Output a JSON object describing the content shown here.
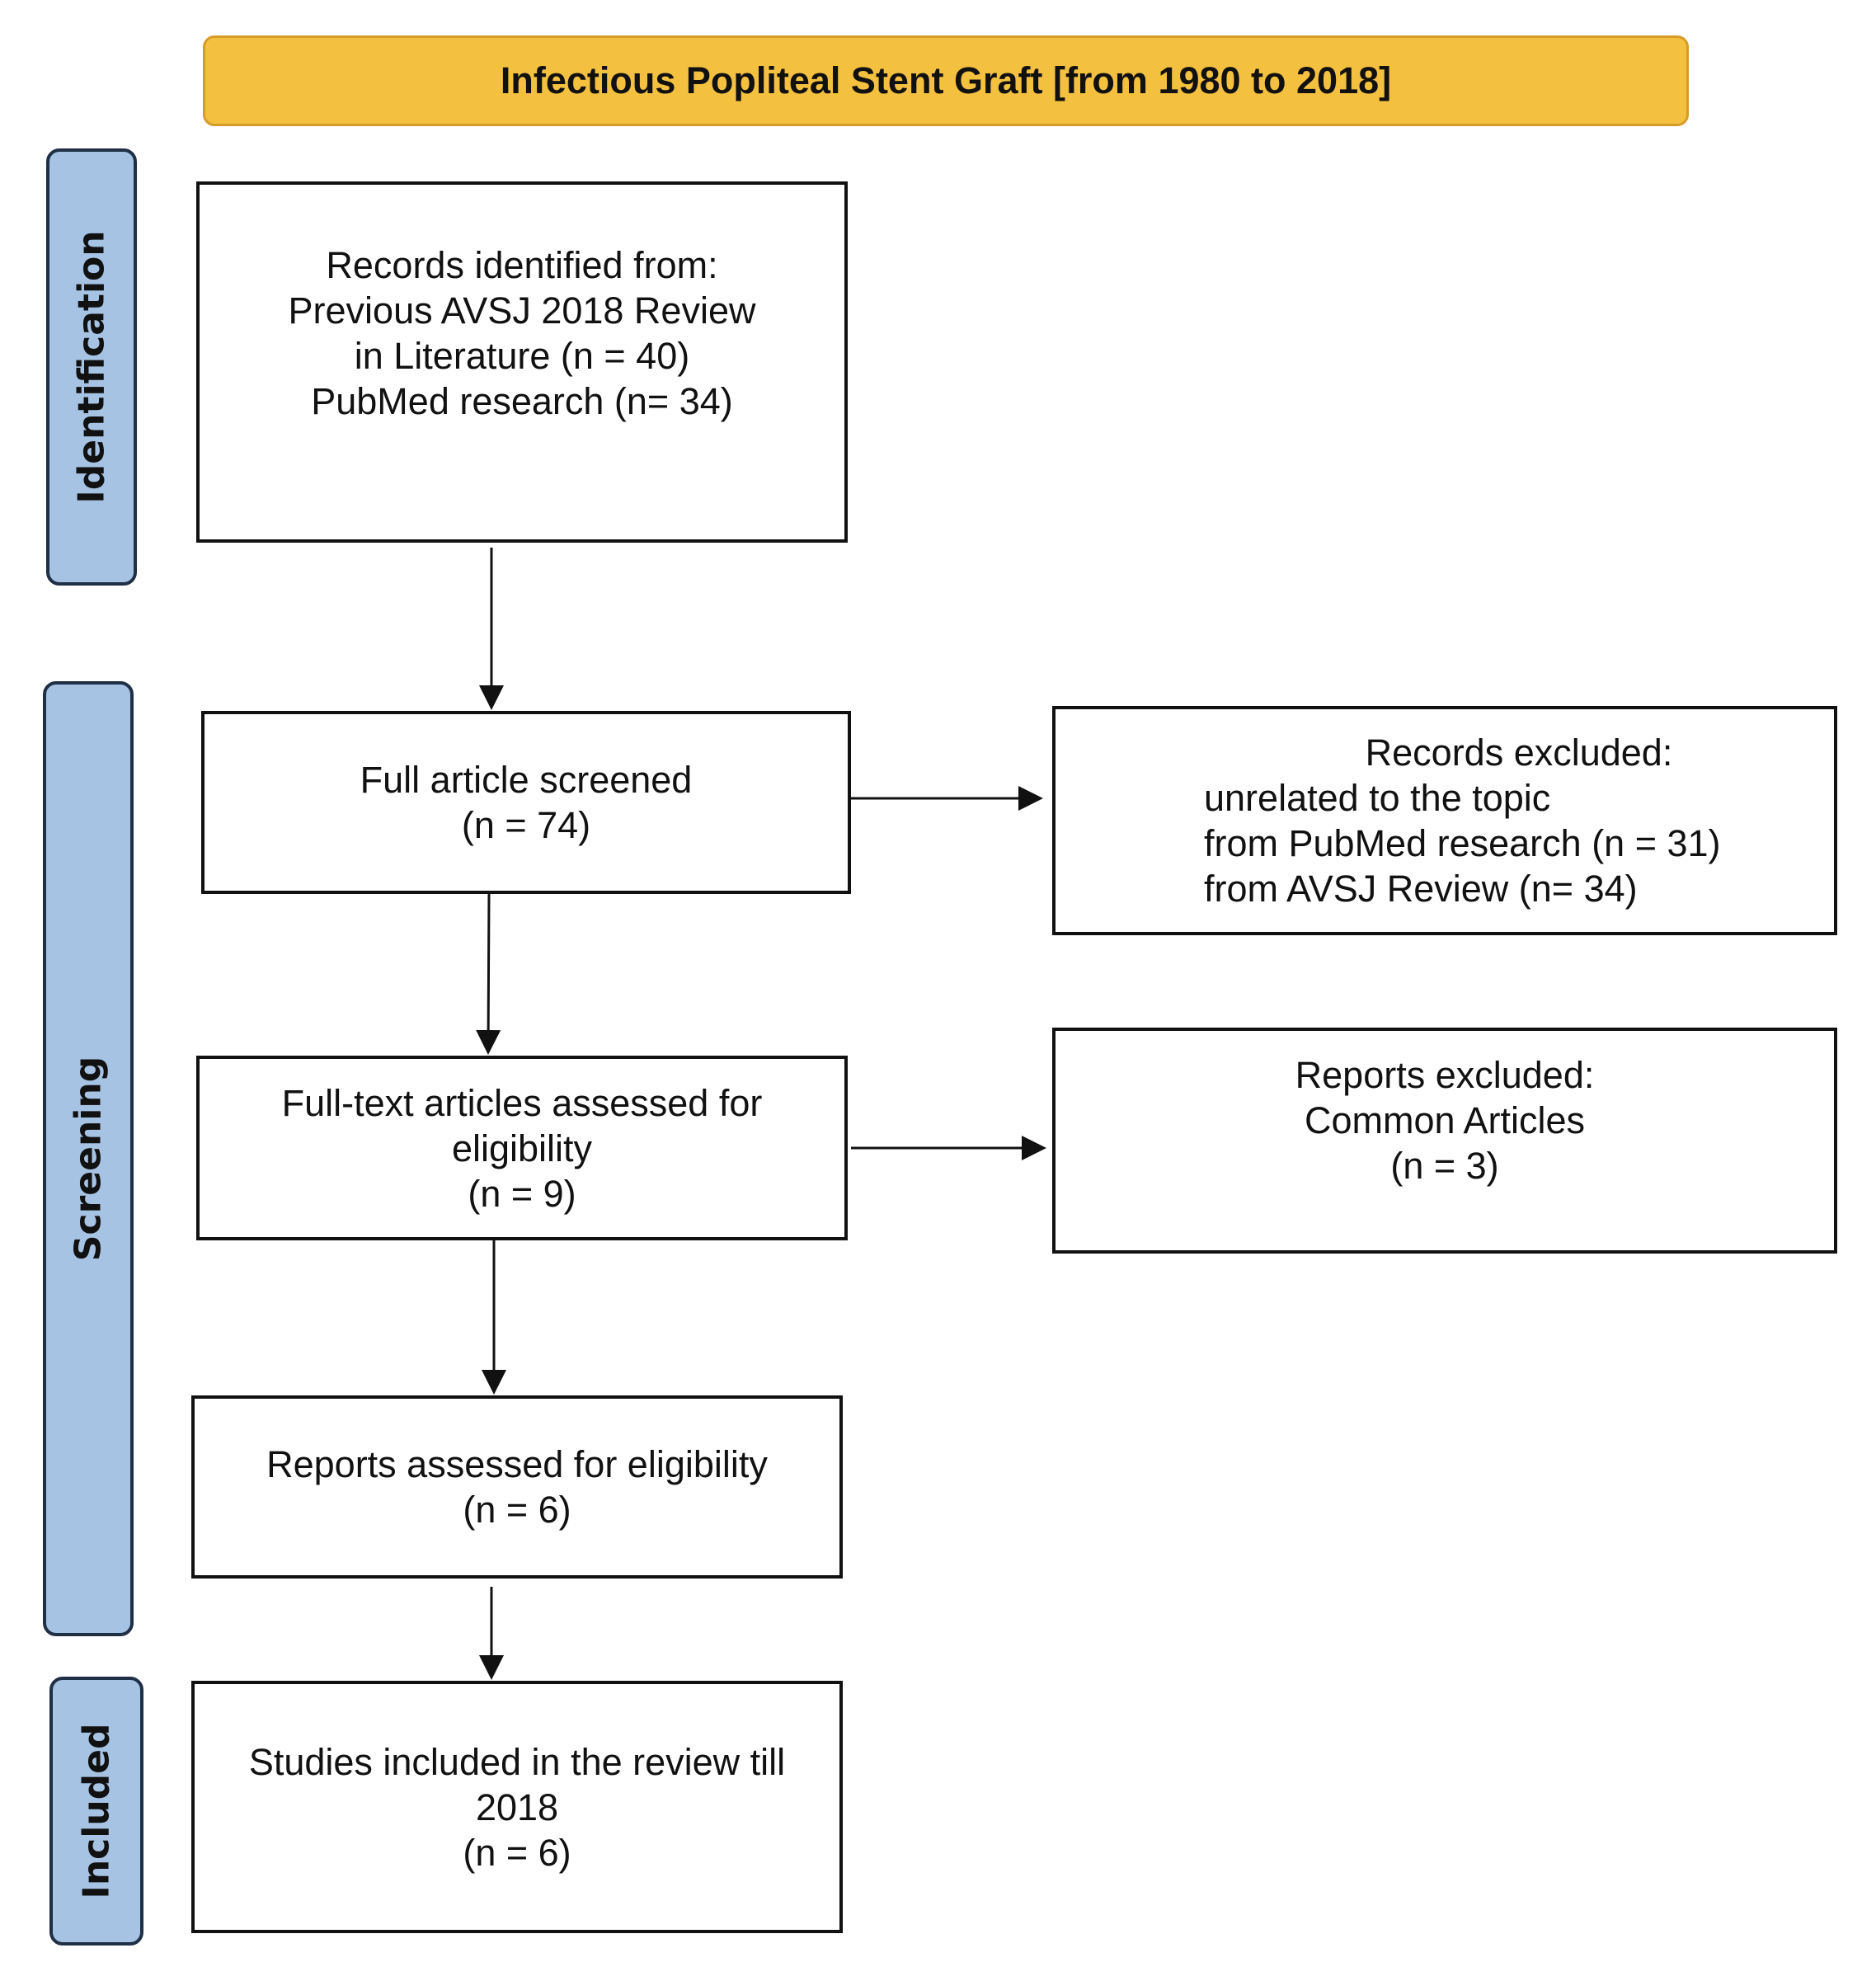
{
  "title": "Infectious Popliteal Stent Graft [from 1980 to 2018]",
  "stages": {
    "identification": "Identification",
    "screening": "Screening",
    "included": "Included"
  },
  "boxes": {
    "records_identified": [
      "Records identified from:",
      "Previous AVSJ 2018 Review",
      "in Literature (n = 40)",
      "PubMed research (n= 34)"
    ],
    "full_article_screened": [
      "Full article screened",
      "(n = 74)"
    ],
    "records_excluded": [
      "Records excluded:",
      "unrelated to the topic",
      "from PubMed research (n = 31)",
      "from AVSJ Review (n= 34)"
    ],
    "full_text_assessed": [
      "Full-text articles assessed for",
      "eligibility",
      "(n = 9)"
    ],
    "reports_excluded": [
      "Reports excluded:",
      "Common Articles",
      "(n = 3)"
    ],
    "reports_assessed": [
      "Reports assessed for eligibility",
      "(n = 6)"
    ],
    "studies_included": [
      "Studies included in the review till",
      "2018",
      "(n = 6)"
    ]
  },
  "colors": {
    "title_fill": "#f4c040",
    "stage_fill": "#a6c3e4",
    "stage_border": "#1f2f45",
    "line": "#111111"
  }
}
